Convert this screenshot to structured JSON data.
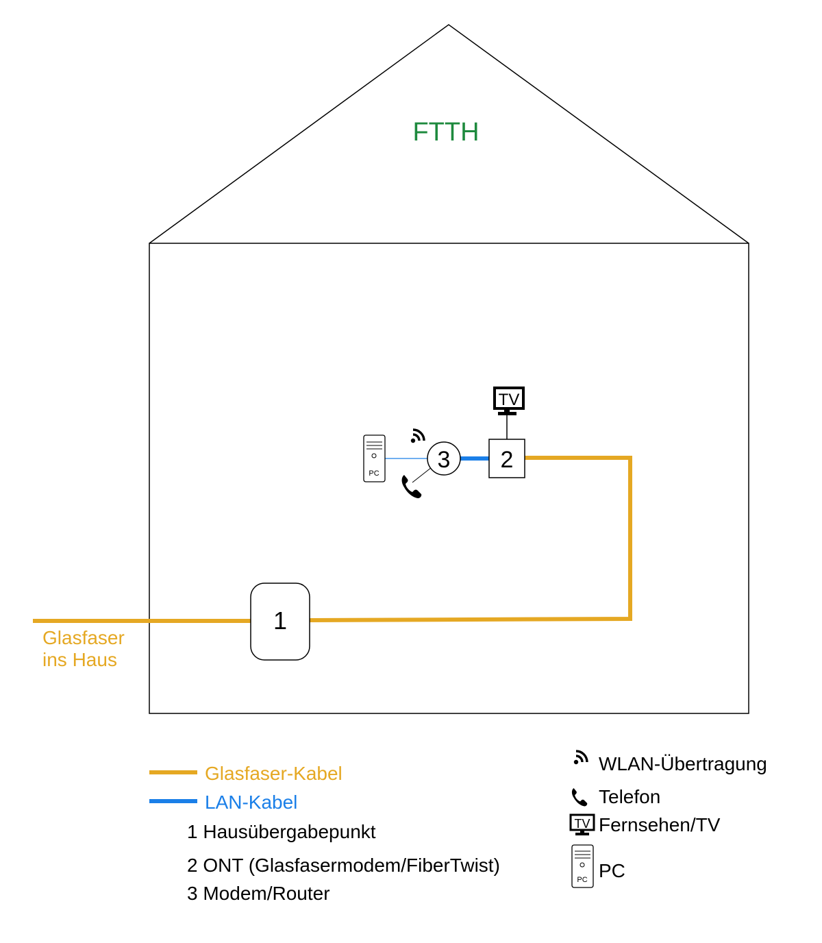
{
  "title": "FTTH",
  "fiber_label": {
    "line1": "Glasfaser",
    "line2": "ins Haus"
  },
  "nodes": {
    "n1": "1",
    "n2": "2",
    "n3": "3"
  },
  "icon_text": {
    "tv": "TV",
    "pc": "PC"
  },
  "legend": {
    "fiber_cable": "Glasfaser-Kabel",
    "lan_cable": "LAN-Kabel",
    "item1": "1 Hausübergabepunkt",
    "item2": "2 ONT (Glasfasermodem/FiberTwist)",
    "item3": "3 Modem/Router",
    "wlan": "WLAN-Übertragung",
    "phone": "Telefon",
    "tv": "Fernsehen/TV",
    "pc": "PC"
  },
  "colors": {
    "fiber": "#E5A823",
    "lan": "#1A7FE8",
    "title": "#1E8A3E",
    "line": "#000000"
  }
}
